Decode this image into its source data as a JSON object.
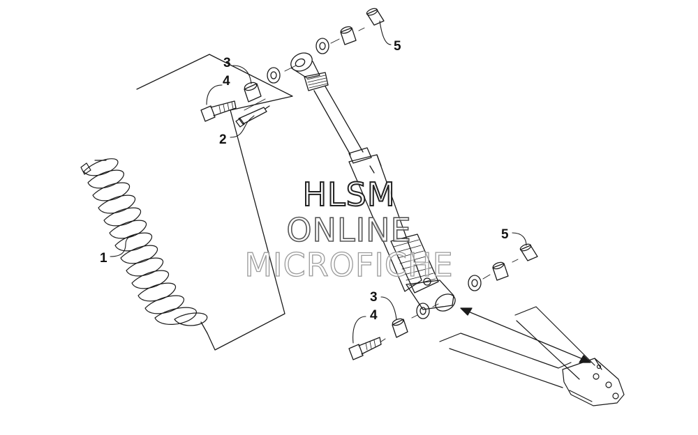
{
  "callouts": {
    "spring": "1",
    "pin": "2",
    "bushing_upper": "3",
    "bolt_upper": "4",
    "cap_upper": "5",
    "cap_lower": "5",
    "bushing_lower": "3",
    "bolt_lower": "4"
  },
  "watermark": {
    "line1": "HLSM",
    "line2": "ONLINE",
    "line3": "MICROFICHE"
  }
}
